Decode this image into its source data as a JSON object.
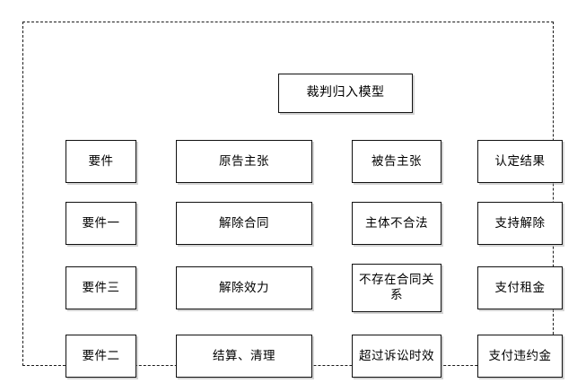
{
  "diagram": {
    "title_node": {
      "label": "裁判归入模型"
    },
    "columns": [
      {
        "header": "要件"
      },
      {
        "header": "原告主张"
      },
      {
        "header": "被告主张"
      },
      {
        "header": "认定结果"
      }
    ],
    "rows": [
      {
        "element": "要件一",
        "plaintiff_claim": "解除合同",
        "defendant_claim": "主体不合法",
        "finding": "支持解除"
      },
      {
        "element": "要件三",
        "plaintiff_claim": "解除效力",
        "defendant_claim": "不存在合同关系",
        "finding": "支付租金"
      },
      {
        "element": "要件二",
        "plaintiff_claim": "结算、清理",
        "defendant_claim": "超过诉讼时效",
        "finding": "支付违约金"
      }
    ],
    "style": {
      "frame_border_color": "#1b1b1b",
      "node_border_color": "#101010",
      "node_fill": "#ffffff",
      "text_color": "#000000",
      "background": "#ffffff"
    }
  }
}
